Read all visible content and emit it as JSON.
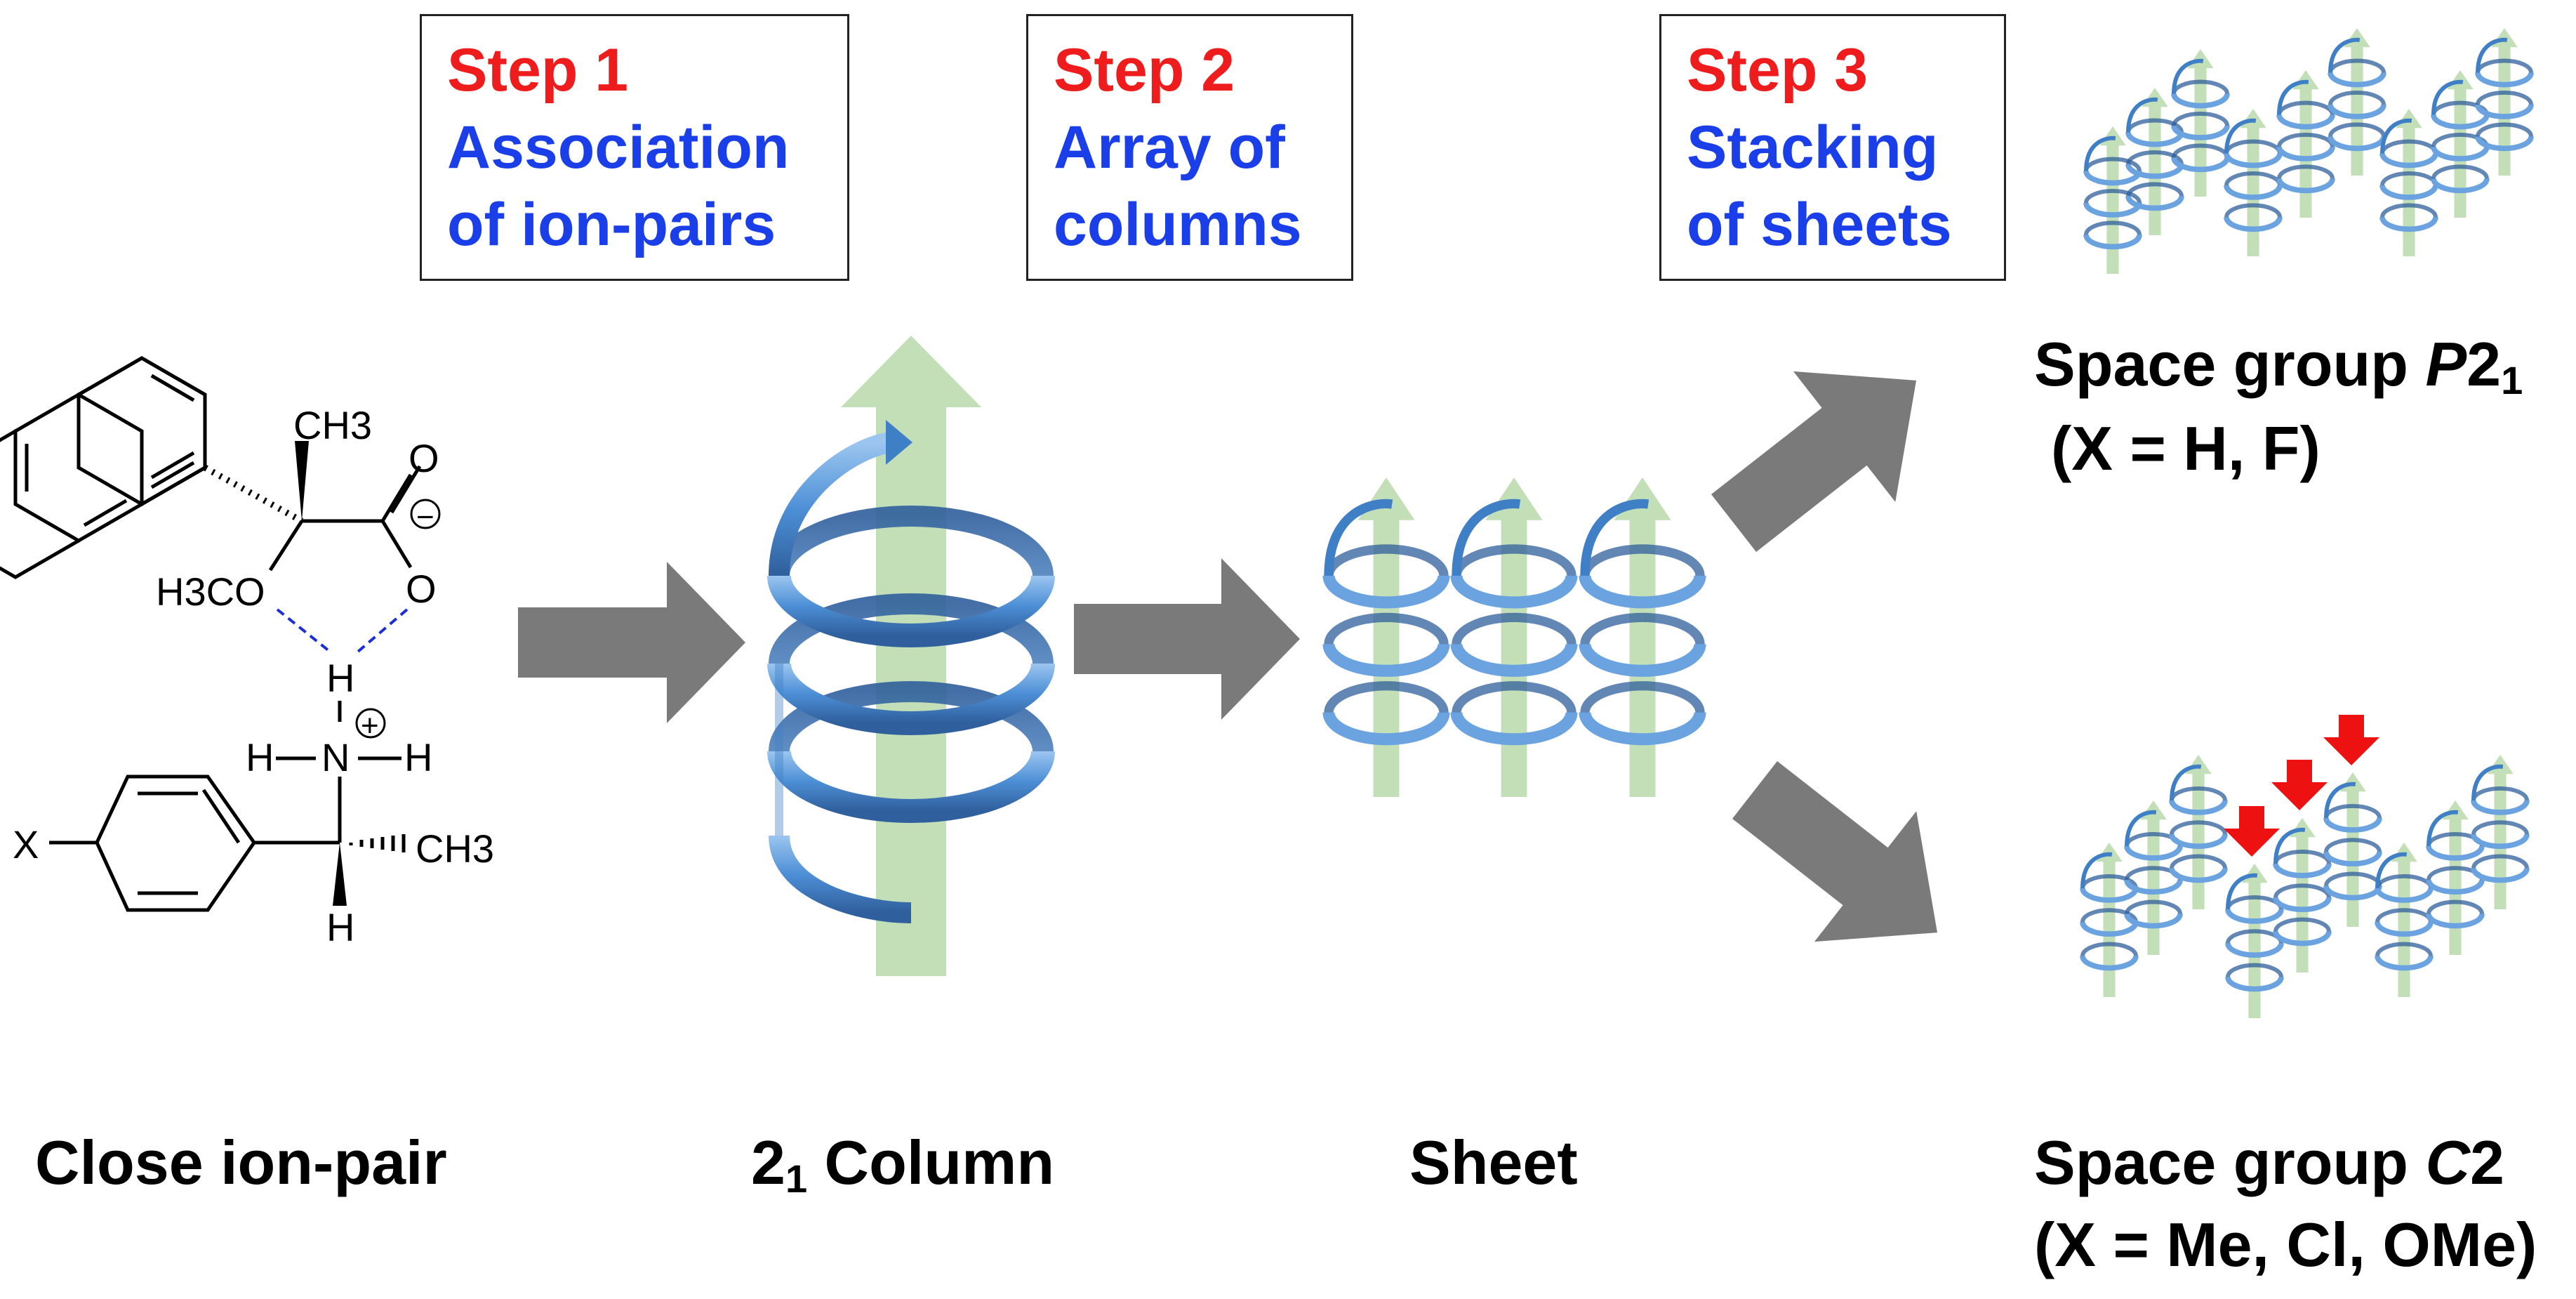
{
  "steps": [
    {
      "title": "Step 1",
      "line1": "Association",
      "line2": "of ion-pairs"
    },
    {
      "title": "Step 2",
      "line1": "Array of",
      "line2": "columns"
    },
    {
      "title": "Step 3",
      "line1": "Stacking",
      "line2": "of sheets"
    }
  ],
  "labels": {
    "close_ion_pair": "Close ion-pair",
    "column_main": "2",
    "column_sub": "1",
    "column_word": " Column",
    "sheet": "Sheet",
    "p21_prefix": "Space group ",
    "p21_italic": "P",
    "p21_main": "2",
    "p21_sub": "1",
    "p21_x": "(X = H, F)",
    "c2_prefix": "Space group ",
    "c2_italic": "C",
    "c2_main": "2",
    "c2_x": "(X = Me, Cl, OMe)"
  },
  "chem": {
    "ch3_top": "CH3",
    "h3co": "H3CO",
    "o_top": "O",
    "o_bottom": "O",
    "minus": "−",
    "h_top": "H",
    "n": "N",
    "plus": "+",
    "h_left": "H",
    "h_right": "H",
    "x": "X",
    "ch3_bottom": "CH3",
    "h_bottom": "H"
  },
  "colors": {
    "step_title": "#ee1c1c",
    "step_text": "#1a3ee8",
    "arrow_gray": "#7a7a7a",
    "helix_blue": "#3f7fc6",
    "column_green": "#b9d9aa",
    "marker_red": "#ee1111"
  }
}
